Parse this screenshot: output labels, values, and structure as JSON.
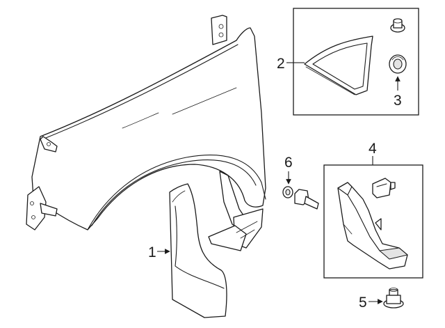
{
  "callouts": {
    "mud_flap": "1",
    "quarter_trim": "2",
    "grommet": "3",
    "splash_shield_kit": "4",
    "screw": "5",
    "bolt": "6"
  }
}
